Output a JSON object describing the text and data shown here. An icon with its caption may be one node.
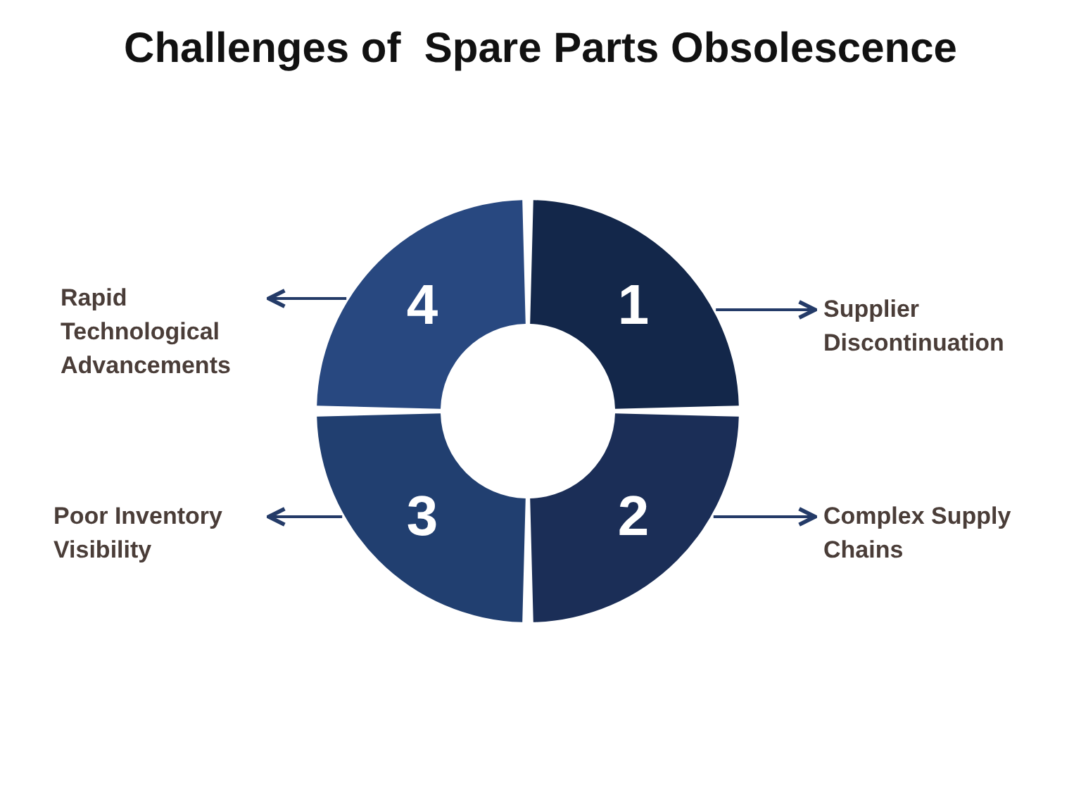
{
  "diagram": {
    "title": "Challenges of  Spare Parts Obsolescence",
    "nodes": [
      {
        "text": [
          "1"
        ]
      },
      {
        "text": [
          "2"
        ]
      },
      {
        "text": [
          "3"
        ]
      },
      {
        "text": [
          "4"
        ]
      },
      {
        "text": [
          "Supplier Discontinuation"
        ]
      },
      {
        "text": [
          "Complex Supply Chains"
        ]
      },
      {
        "text": [
          "Poor Inventory Visibility"
        ]
      },
      {
        "text": [
          "Rapid Technological Advancements"
        ]
      }
    ],
    "edges": [
      {
        "from": 0,
        "to": 4,
        "arrow": "to"
      },
      {
        "from": 1,
        "to": 5,
        "arrow": "to"
      },
      {
        "from": 2,
        "to": 6,
        "arrow": "to"
      },
      {
        "from": 3,
        "to": 7,
        "arrow": "to"
      }
    ]
  }
}
